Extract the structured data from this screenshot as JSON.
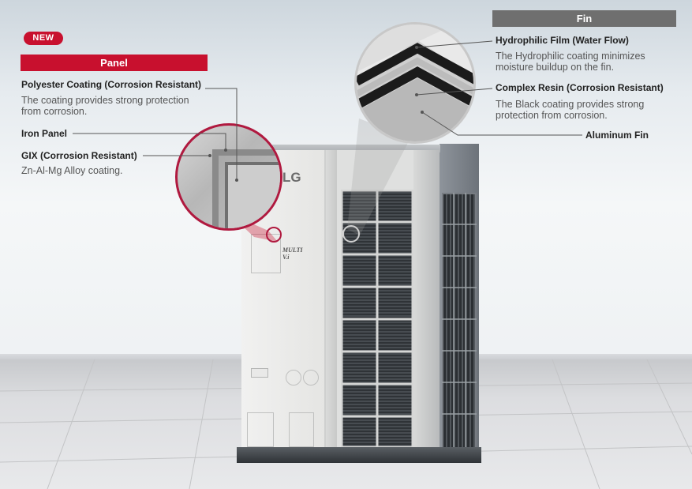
{
  "badge": {
    "new": "NEW"
  },
  "panel": {
    "header": "Panel",
    "items": [
      {
        "title": "Polyester Coating (Corrosion Resistant)",
        "desc": [
          "The coating provides strong protection",
          "from corrosion."
        ]
      },
      {
        "title": "Iron Panel"
      },
      {
        "title": "GIX (Corrosion Resistant)",
        "desc": [
          "Zn-Al-Mg Alloy coating."
        ]
      }
    ]
  },
  "fin": {
    "header": "Fin",
    "items": [
      {
        "title": "Hydrophilic Film (Water Flow)",
        "desc": [
          "The Hydrophilic coating minimizes",
          "moisture buildup on the fin."
        ]
      },
      {
        "title": "Complex Resin (Corrosion Resistant)",
        "desc": [
          "The Black coating provides strong",
          "protection from corrosion."
        ]
      },
      {
        "title": "Aluminum Fin"
      }
    ]
  },
  "product": {
    "brand": "LG",
    "model": "MULTI V.i"
  },
  "colors": {
    "brand_red": "#c8102e",
    "fin_header_gray": "#6f6f6f"
  }
}
